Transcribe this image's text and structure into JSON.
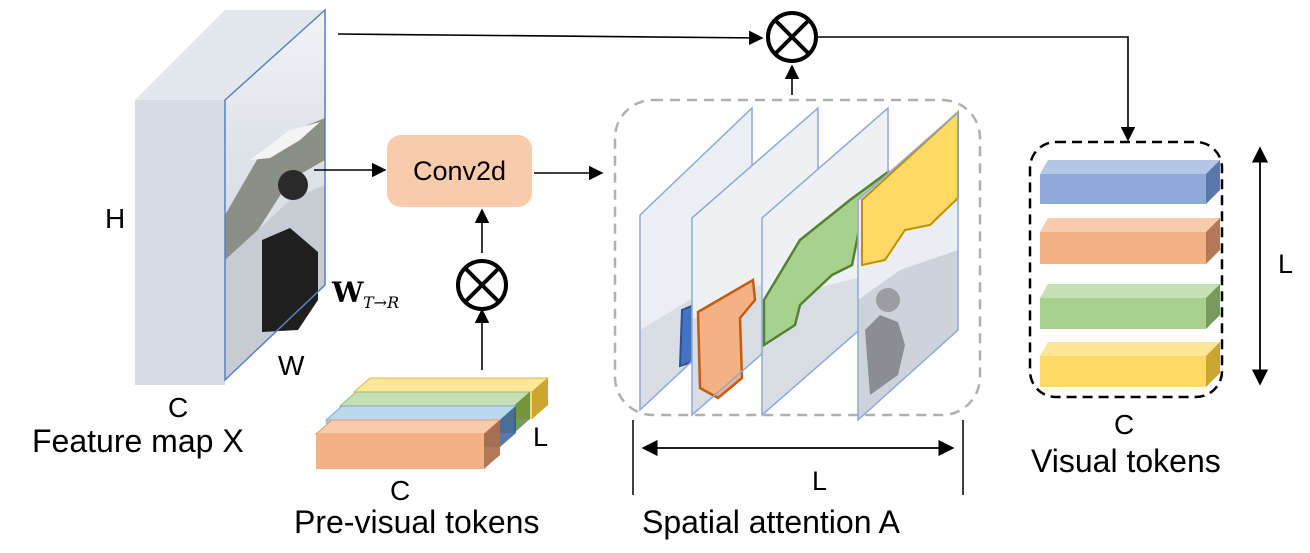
{
  "feature_map": {
    "height_label": "H",
    "width_label": "W",
    "channel_label": "C",
    "caption": "Feature map X"
  },
  "conv": {
    "label": "Conv2d"
  },
  "weight": {
    "main": "W",
    "subscript": "T→R"
  },
  "pre_tokens": {
    "length_label": "L",
    "channel_label": "C",
    "caption": "Pre-visual tokens",
    "colors": [
      "#f4b183",
      "#9dc3e6",
      "#a9d18e",
      "#ffd966"
    ]
  },
  "attention": {
    "length_label": "L",
    "caption": "Spatial attention A"
  },
  "visual_tokens": {
    "length_label": "L",
    "channel_label": "C",
    "caption": "Visual tokens",
    "colors": [
      "#8eaadb",
      "#f4b183",
      "#a9d18e",
      "#ffd966"
    ]
  },
  "operators": {
    "multiply_symbol": "⊗"
  }
}
